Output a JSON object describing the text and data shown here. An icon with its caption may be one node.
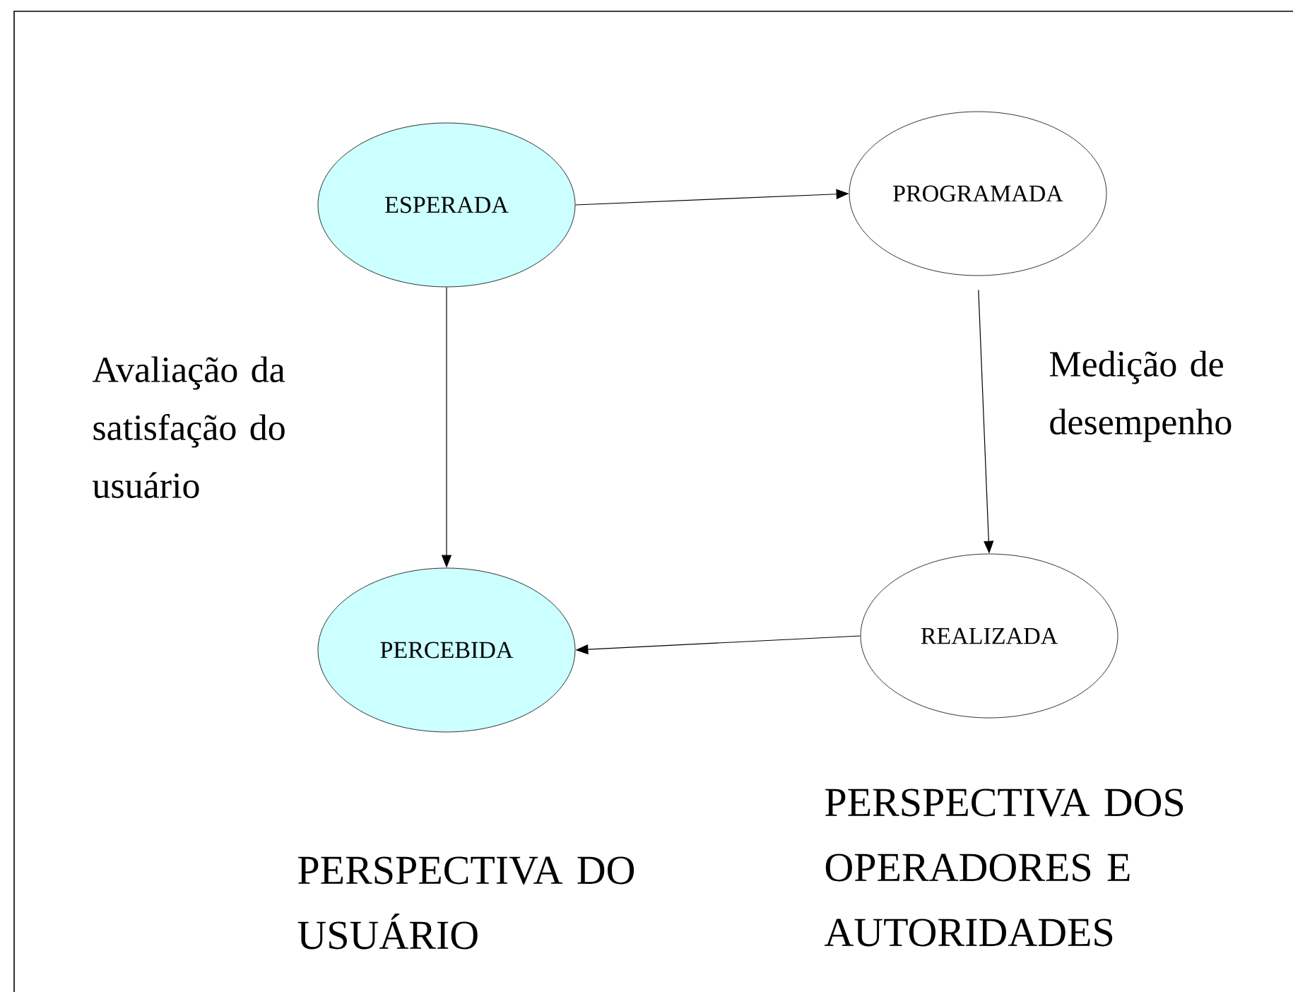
{
  "diagram": {
    "nodes": [
      {
        "text": [
          "ESPERADA"
        ]
      },
      {
        "text": [
          "PROGRAMADA"
        ]
      },
      {
        "text": [
          "PERCEBIDA"
        ]
      },
      {
        "text": [
          "REALIZADA"
        ]
      }
    ],
    "edges": [
      {
        "from": 0,
        "to": 1,
        "arrow": "to"
      },
      {
        "from": 0,
        "to": 2,
        "arrow": "to"
      },
      {
        "from": 1,
        "to": 3,
        "arrow": "to"
      },
      {
        "from": 3,
        "to": 2,
        "arrow": "to"
      }
    ],
    "labels": [
      "Avaliação  da satisfação do usuário",
      "Medição de desempenho",
      "PERSPECTIVA DOS OPERADORES E AUTORIDADES",
      "PERSPECTIVA DO USUÁRIO"
    ]
  }
}
